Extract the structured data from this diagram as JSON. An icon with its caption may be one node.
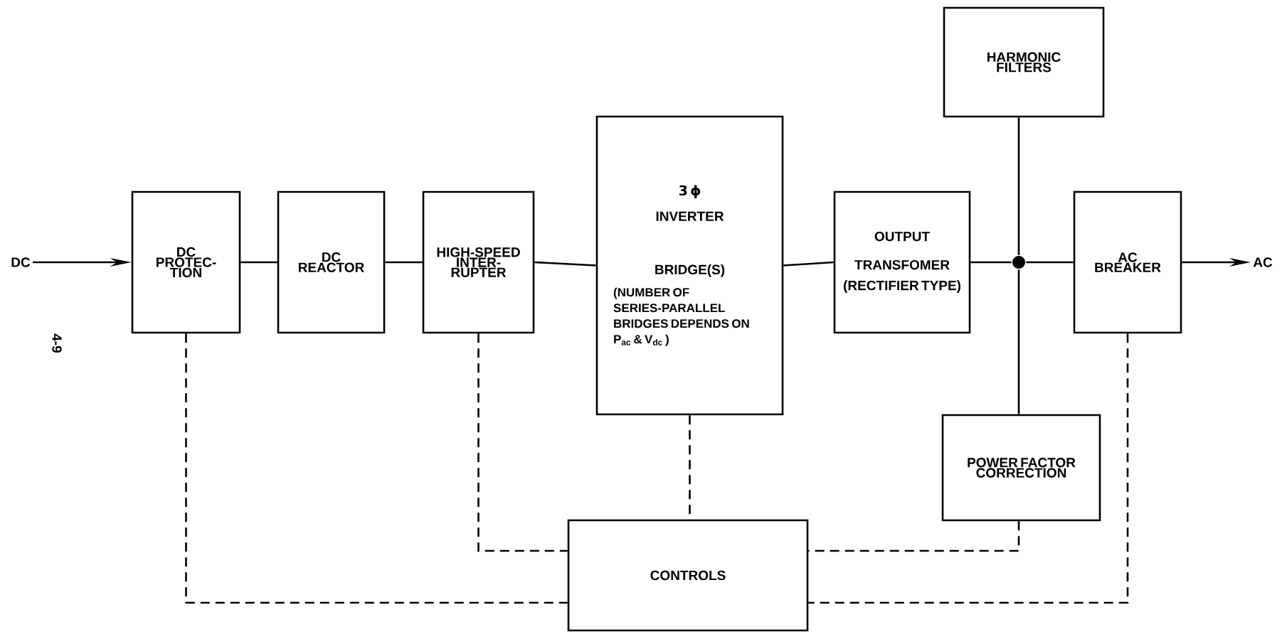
{
  "diagram": {
    "nodes": [
      {
        "text": [
          "DC"
        ]
      },
      {
        "text": [
          "DC PROTEC- TION"
        ]
      },
      {
        "text": [
          "DC REACTOR"
        ]
      },
      {
        "text": [
          "HIGH-SPEED INTER- RUPTER"
        ]
      },
      {
        "text": [
          "3 ϕ",
          "INVERTER BRIDGE(S)",
          "(NUMBER OF SERIES-PARALLEL BRIDGES DEPENDS ON P$_{ac}$ & V$_{dc}$ )"
        ]
      },
      {
        "text": [
          "OUTPUT TRANSFOMER",
          "(RECTIFIER TYPE)"
        ]
      },
      {
        "text": [],
        "shape": "circle"
      },
      {
        "text": [
          "HARMONIC FILTERS"
        ]
      },
      {
        "text": [
          "POWER FACTOR CORRECTION"
        ]
      },
      {
        "text": [
          "AC BREAKER"
        ]
      },
      {
        "text": [
          "AC"
        ]
      },
      {
        "text": [
          "CONTROLS"
        ]
      }
    ],
    "edges": [
      {
        "from": 0,
        "to": 1,
        "arrow": "to"
      },
      {
        "from": 1,
        "to": 2,
        "arrow": "none"
      },
      {
        "from": 2,
        "to": 3,
        "arrow": "none"
      },
      {
        "from": 3,
        "to": 4,
        "arrow": "none"
      },
      {
        "from": 4,
        "to": 5,
        "arrow": "none"
      },
      {
        "from": 5,
        "to": 6,
        "arrow": "none"
      },
      {
        "from": 6,
        "to": 9,
        "arrow": "none"
      },
      {
        "from": 7,
        "to": 6,
        "arrow": "none"
      },
      {
        "from": 6,
        "to": 8,
        "arrow": "none"
      },
      {
        "from": 9,
        "to": 10,
        "arrow": "to"
      },
      {
        "from": 1,
        "to": 11,
        "arrow": "none",
        "style": "dashed"
      },
      {
        "from": 3,
        "to": 11,
        "arrow": "none",
        "style": "dashed"
      },
      {
        "from": 4,
        "to": 11,
        "arrow": "none",
        "style": "dashed"
      },
      {
        "from": 8,
        "to": 11,
        "arrow": "none",
        "style": "dashed"
      },
      {
        "from": 9,
        "to": 11,
        "arrow": "none",
        "style": "dashed"
      }
    ],
    "labels": [
      "4-9"
    ]
  }
}
